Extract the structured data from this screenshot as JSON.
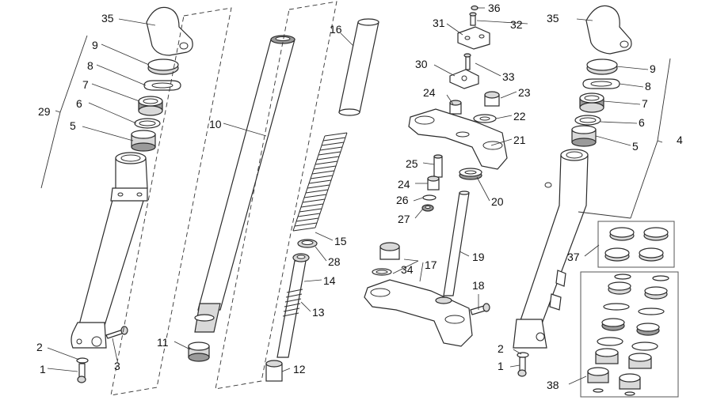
{
  "callouts": {
    "c1a": "1",
    "c2a": "2",
    "c3": "3",
    "c4": "4",
    "c5a": "5",
    "c6a": "6",
    "c7a": "7",
    "c8a": "8",
    "c9a": "9",
    "c10": "10",
    "c11": "11",
    "c12": "12",
    "c13": "13",
    "c14": "14",
    "c15": "15",
    "c16": "16",
    "c17": "17",
    "c18": "18",
    "c19": "19",
    "c20": "20",
    "c21": "21",
    "c22": "22",
    "c23": "23",
    "c24a": "24",
    "c24b": "24",
    "c25": "25",
    "c26": "26",
    "c27": "27",
    "c28": "28",
    "c29": "29",
    "c30": "30",
    "c31": "31",
    "c32": "32",
    "c33": "33",
    "c34": "34",
    "c35a": "35",
    "c35b": "35",
    "c36": "36",
    "c37": "37",
    "c38": "38",
    "c1b": "1",
    "c2b": "2",
    "c5b": "5",
    "c6b": "6",
    "c7b": "7",
    "c8b": "8",
    "c9b": "9"
  }
}
